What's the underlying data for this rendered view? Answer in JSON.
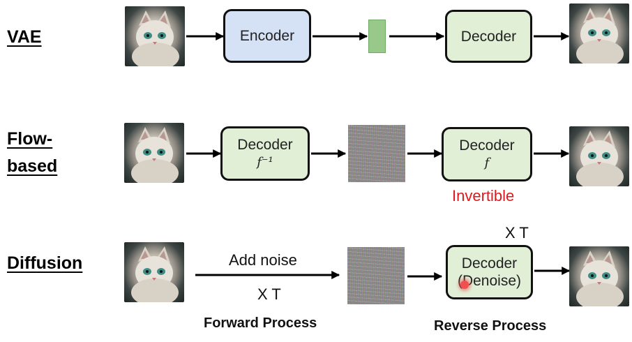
{
  "rows": {
    "vae": {
      "label": "VAE",
      "encoder": "Encoder",
      "decoder": "Decoder"
    },
    "flow": {
      "label_line1": "Flow-",
      "label_line2": "based",
      "decoder_inverse": "Decoder",
      "inverse_fn": "f⁻¹",
      "decoder": "Decoder",
      "fn": "f",
      "note": "Invertible"
    },
    "diffusion": {
      "label": "Diffusion",
      "add_noise": "Add noise",
      "forward_repeat": "X T",
      "forward_caption": "Forward Process",
      "decoder_line1": "Decoder",
      "decoder_line2": "(Denoise)",
      "reverse_repeat": "X T",
      "reverse_caption": "Reverse Process"
    }
  },
  "colors": {
    "encoder_fill": "#d5e1f5",
    "decoder_fill": "#e0efd6",
    "latent_fill": "#98c98a",
    "highlight_red": "#e0181b"
  },
  "icons": {
    "image": "cat-image-icon",
    "noise": "noise-image-icon"
  }
}
